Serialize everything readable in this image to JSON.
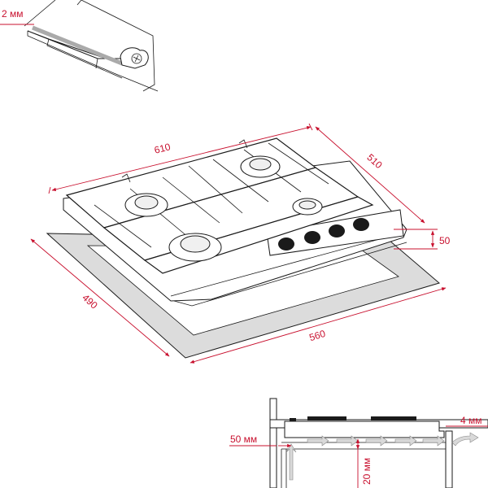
{
  "labels": {
    "sealing_gap": "2 мм",
    "hob_width": "610",
    "hob_depth": "510",
    "hob_height": "50",
    "cutout_depth": "490",
    "cutout_width": "560",
    "side_clearance": "50 мм",
    "vent_gap": "4 мм",
    "bottom_clearance": "20 мм"
  },
  "colors": {
    "dimension": "#c8102e",
    "line": "#1a1a1a",
    "cutout_fill": "#dcdcdc",
    "arrow_fill": "#d9d9d9",
    "arrow_stroke": "#555555"
  },
  "hob": {
    "burners": 4,
    "knobs": 4
  }
}
